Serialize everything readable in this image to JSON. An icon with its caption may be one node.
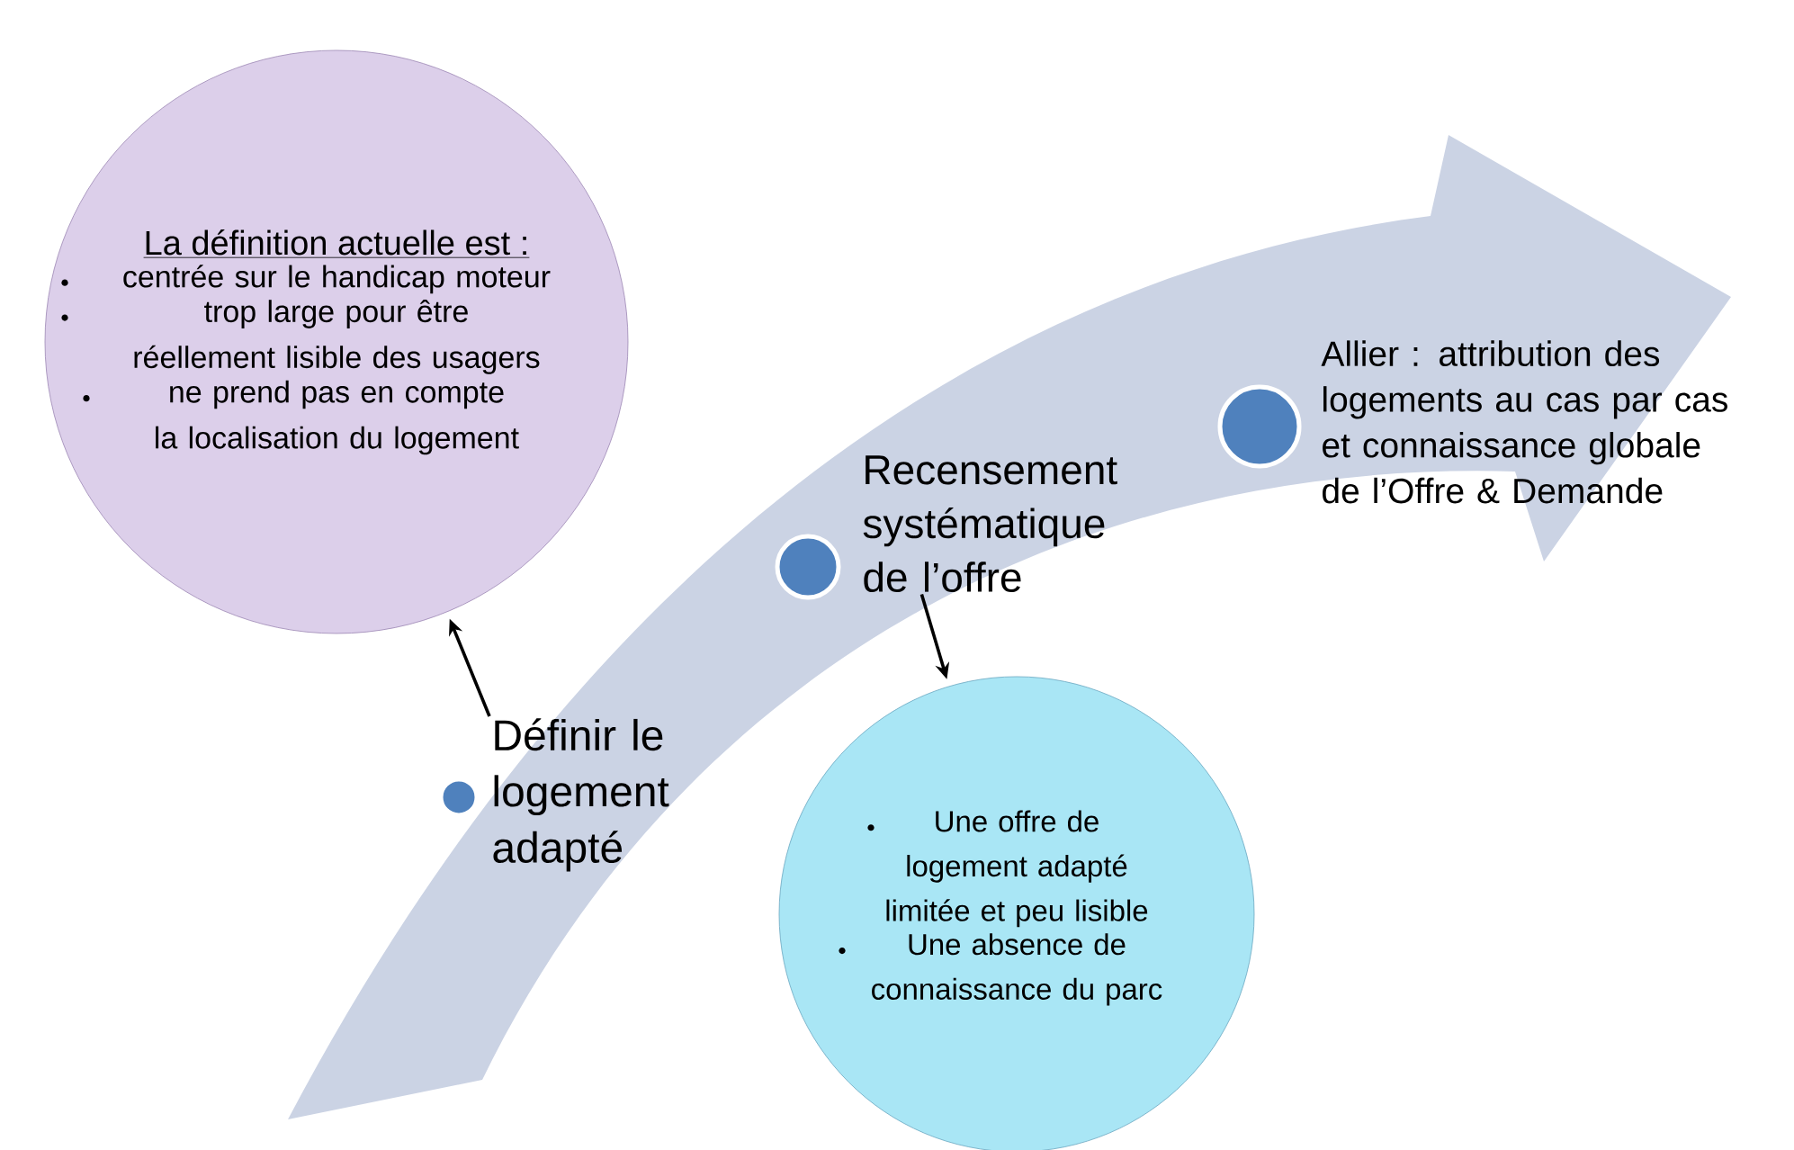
{
  "diagram": {
    "nodes": [
      {
        "text": [
          "La définition actuelle est :",
          "centrée sur le handicap moteur",
          "trop large pour être réellement lisible des usagers",
          "ne prend pas en compte la localisation du logement"
        ]
      },
      {
        "text": [
          "Définir le logement adapté"
        ]
      },
      {
        "text": [
          "Recensement systématique de l’offre"
        ]
      },
      {
        "text": [
          "Allier : attribution des logements au cas par cas et connaissance globale de l’Offre & Demande"
        ]
      },
      {
        "text": [
          "Une offre de logement adapté limitée et peu lisible",
          "Une absence de connaissance du parc"
        ]
      }
    ],
    "edges": [
      {
        "from": 1,
        "to": 0,
        "arrow": "to"
      },
      {
        "from": 2,
        "to": 4,
        "arrow": "to"
      }
    ]
  }
}
